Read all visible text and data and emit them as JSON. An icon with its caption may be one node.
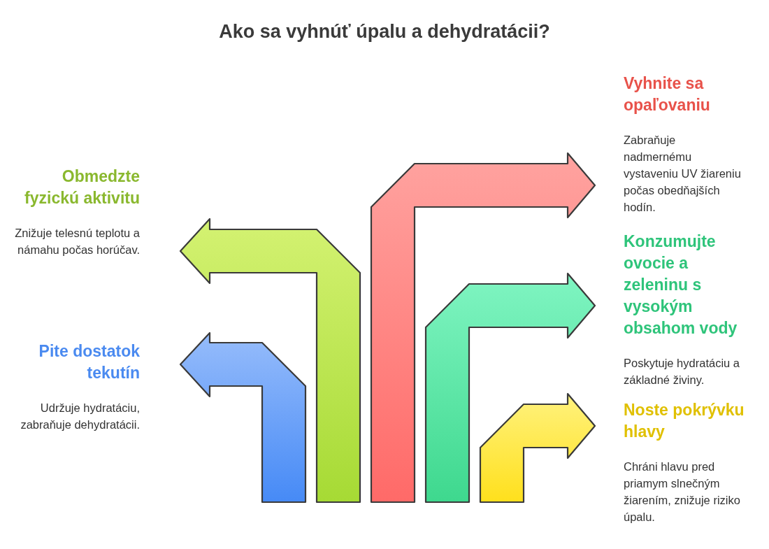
{
  "diagram": {
    "title": "Ako sa vyhnúť úpalu a dehydratácii?",
    "nodes": [
      {
        "text": [
          "Vyhnite sa opaľovaniu",
          "Zabraňuje nadmernému vystaveniu UV žiareniu počas obedňajších hodín."
        ]
      },
      {
        "text": [
          "Obmedzte fyzickú aktivitu",
          "Znižuje telesnú teplotu a námahu počas horúčav."
        ]
      },
      {
        "text": [
          "Konzumujte ovocie a zeleninu s vysokým obsahom vody",
          "Poskytuje hydratáciu a základné živiny."
        ]
      },
      {
        "text": [
          "Pite dostatok tekutín",
          "Udržuje hydratáciu, zabraňuje dehydratácii."
        ]
      },
      {
        "text": [
          "Noste pokrývku hlavy",
          "Chráni hlavu pred priamym slnečným žiarením, znižuje riziko úpalu."
        ]
      }
    ]
  }
}
